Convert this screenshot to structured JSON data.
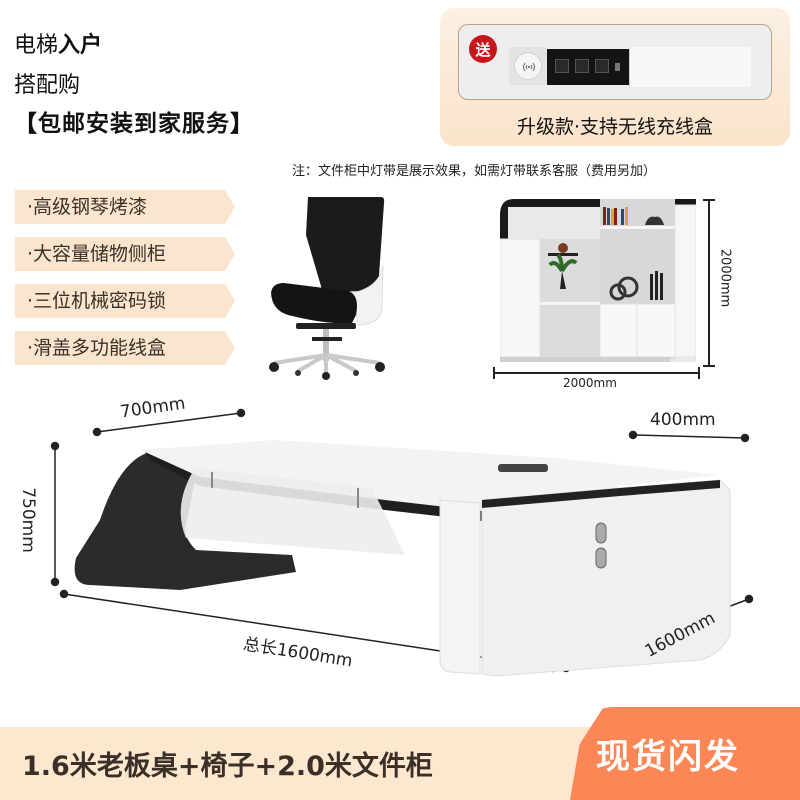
{
  "headlines": {
    "line1_regular": "电梯",
    "line1_bold": "入户",
    "line2": "搭配购",
    "line3": "【包邮安装到家服务】"
  },
  "promo": {
    "badge": "送",
    "caption": "升级款·支持无线充线盒",
    "icons": [
      "wireless-charger-icon",
      "power-outlet-icon",
      "usb-port-icon"
    ]
  },
  "note": "注：文件柜中灯带是展示效果，如需灯带联系客服（费用另加）",
  "features": [
    {
      "label": "·高级钢琴烤漆"
    },
    {
      "label": "·大容量储物侧柜"
    },
    {
      "label": "·三位机械密码锁"
    },
    {
      "label": "·滑盖多功能线盒"
    }
  ],
  "cabinet": {
    "height_label": "2000mm",
    "width_label": "2000mm"
  },
  "desk": {
    "depth_label": "700mm",
    "side_cabinet_label": "400mm",
    "height_label": "750mm",
    "total_length_label": "总长1600mm",
    "return_length_label": "1600mm"
  },
  "banner": {
    "title": "1.6米老板桌+椅子+2.0米文件柜",
    "badge": "现货闪发"
  },
  "colors": {
    "banner_bg": "#fde7cf",
    "badge_orange": "#fb8656",
    "gift_red": "#c8161d",
    "feature_tag_bg": "#fbe5cf"
  }
}
